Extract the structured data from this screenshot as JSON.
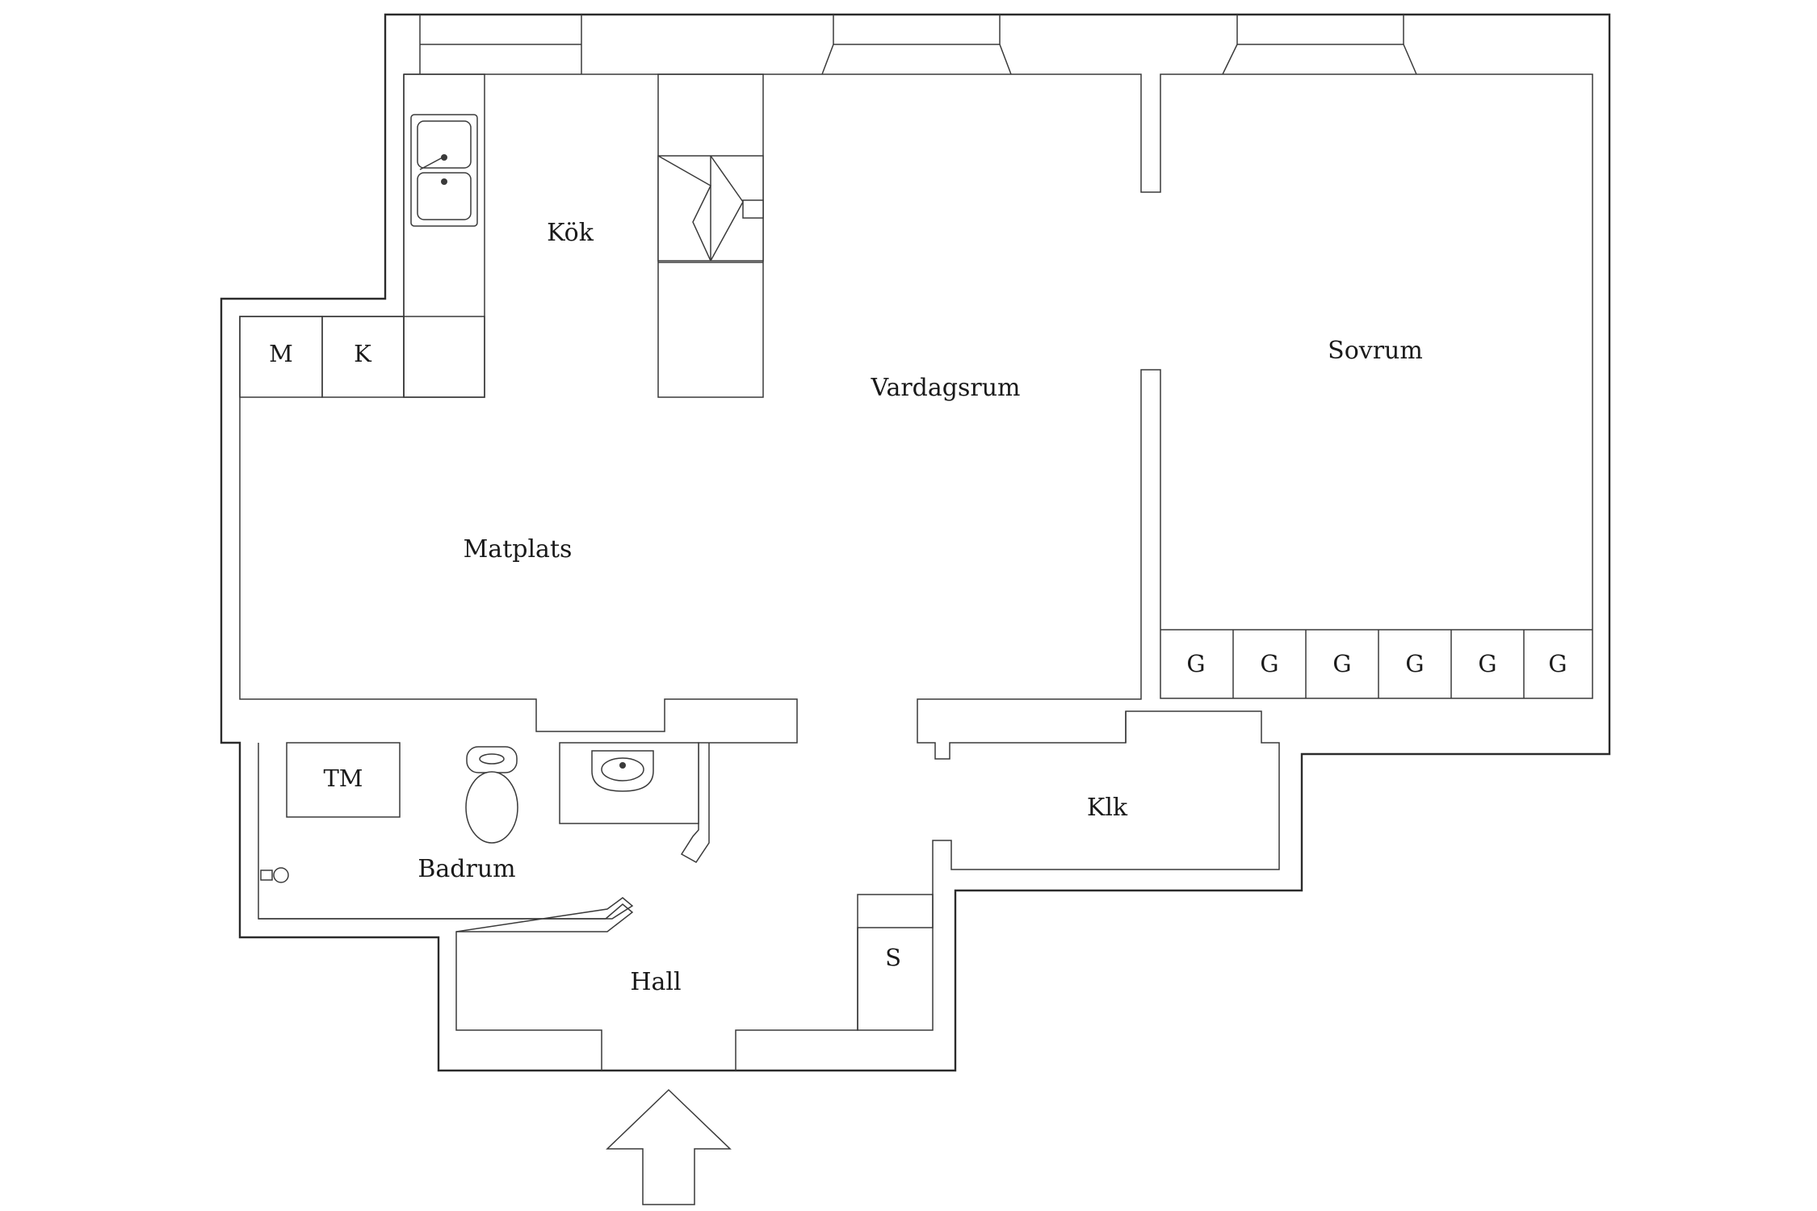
{
  "rooms": {
    "kitchen": "Kök",
    "living": "Vardagsrum",
    "bedroom": "Sovrum",
    "dining": "Matplats",
    "bathroom": "Badrum",
    "hall": "Hall",
    "walk_in_closet": "Klk"
  },
  "fixtures": {
    "microwave": "M",
    "fridge": "K",
    "washing_machine": "TM",
    "storage": "S",
    "wardrobe": "G"
  },
  "colors": {
    "wall": "#2b2b2b",
    "background": "#ffffff"
  },
  "icons": [
    "sink-icon",
    "stove-icon",
    "toilet-icon",
    "washbasin-icon",
    "shower-icon",
    "entrance-arrow-icon"
  ]
}
